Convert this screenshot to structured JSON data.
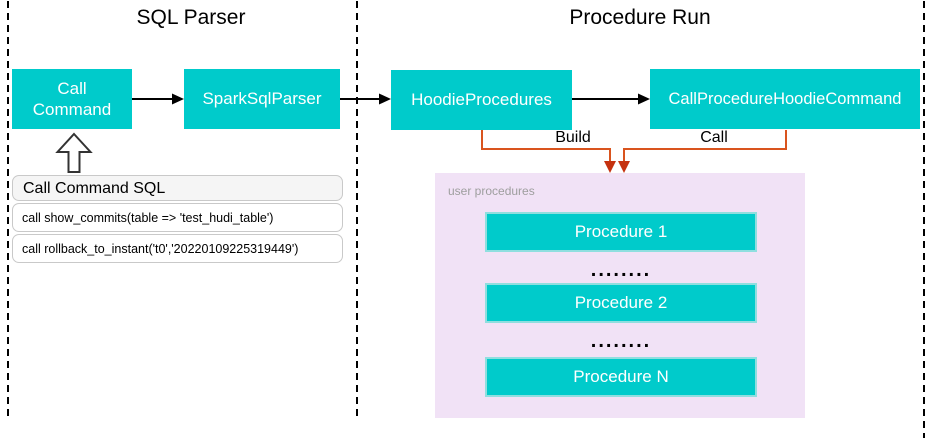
{
  "colors": {
    "teal": "#00cbcb",
    "teal_soft": "#8fdfdf",
    "pink": "#f1e2f6",
    "gray": "#9e9e9e",
    "orange": "#d9541e",
    "red": "#c53210"
  },
  "titles": {
    "sql_parser": "SQL Parser",
    "procedure_run": "Procedure Run"
  },
  "nodes": {
    "call_command": "Call\nCommand",
    "spark_sql_parser": "SparkSqlParser",
    "hoodie_procedures": "HoodieProcedures",
    "call_procedure_hoodie_command": "CallProcedureHoodieCommand"
  },
  "edges": {
    "build": "Build",
    "call": "Call"
  },
  "sql_panel": {
    "header": "Call Command SQL",
    "rows": [
      "call show_commits(table => 'test_hudi_table')",
      "call rollback_to_instant('t0','20220109225319449')"
    ]
  },
  "user_procedures": {
    "label": "user procedures",
    "items": [
      "Procedure 1",
      "Procedure 2",
      "Procedure N"
    ],
    "dots": "........"
  }
}
